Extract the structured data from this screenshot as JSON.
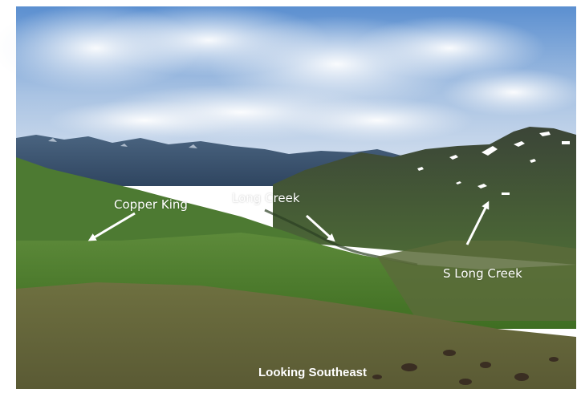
{
  "photo": {
    "labels": {
      "copper_king": "Copper King",
      "long_creek": "Long Creek",
      "s_long_creek": "S Long Creek"
    },
    "caption": "Looking Southeast"
  },
  "colors": {
    "sky_top": "#4f86c9",
    "sky_horizon": "#c9d8ec",
    "cloud": "#f2f4f8",
    "far_mountains": "#3d5773",
    "near_ridge": "#3a4a35",
    "valley_green": "#4e7a2e",
    "foreground_tundra": "#6b6a3a",
    "snow": "#ffffff",
    "arrow": "#ffffff"
  }
}
